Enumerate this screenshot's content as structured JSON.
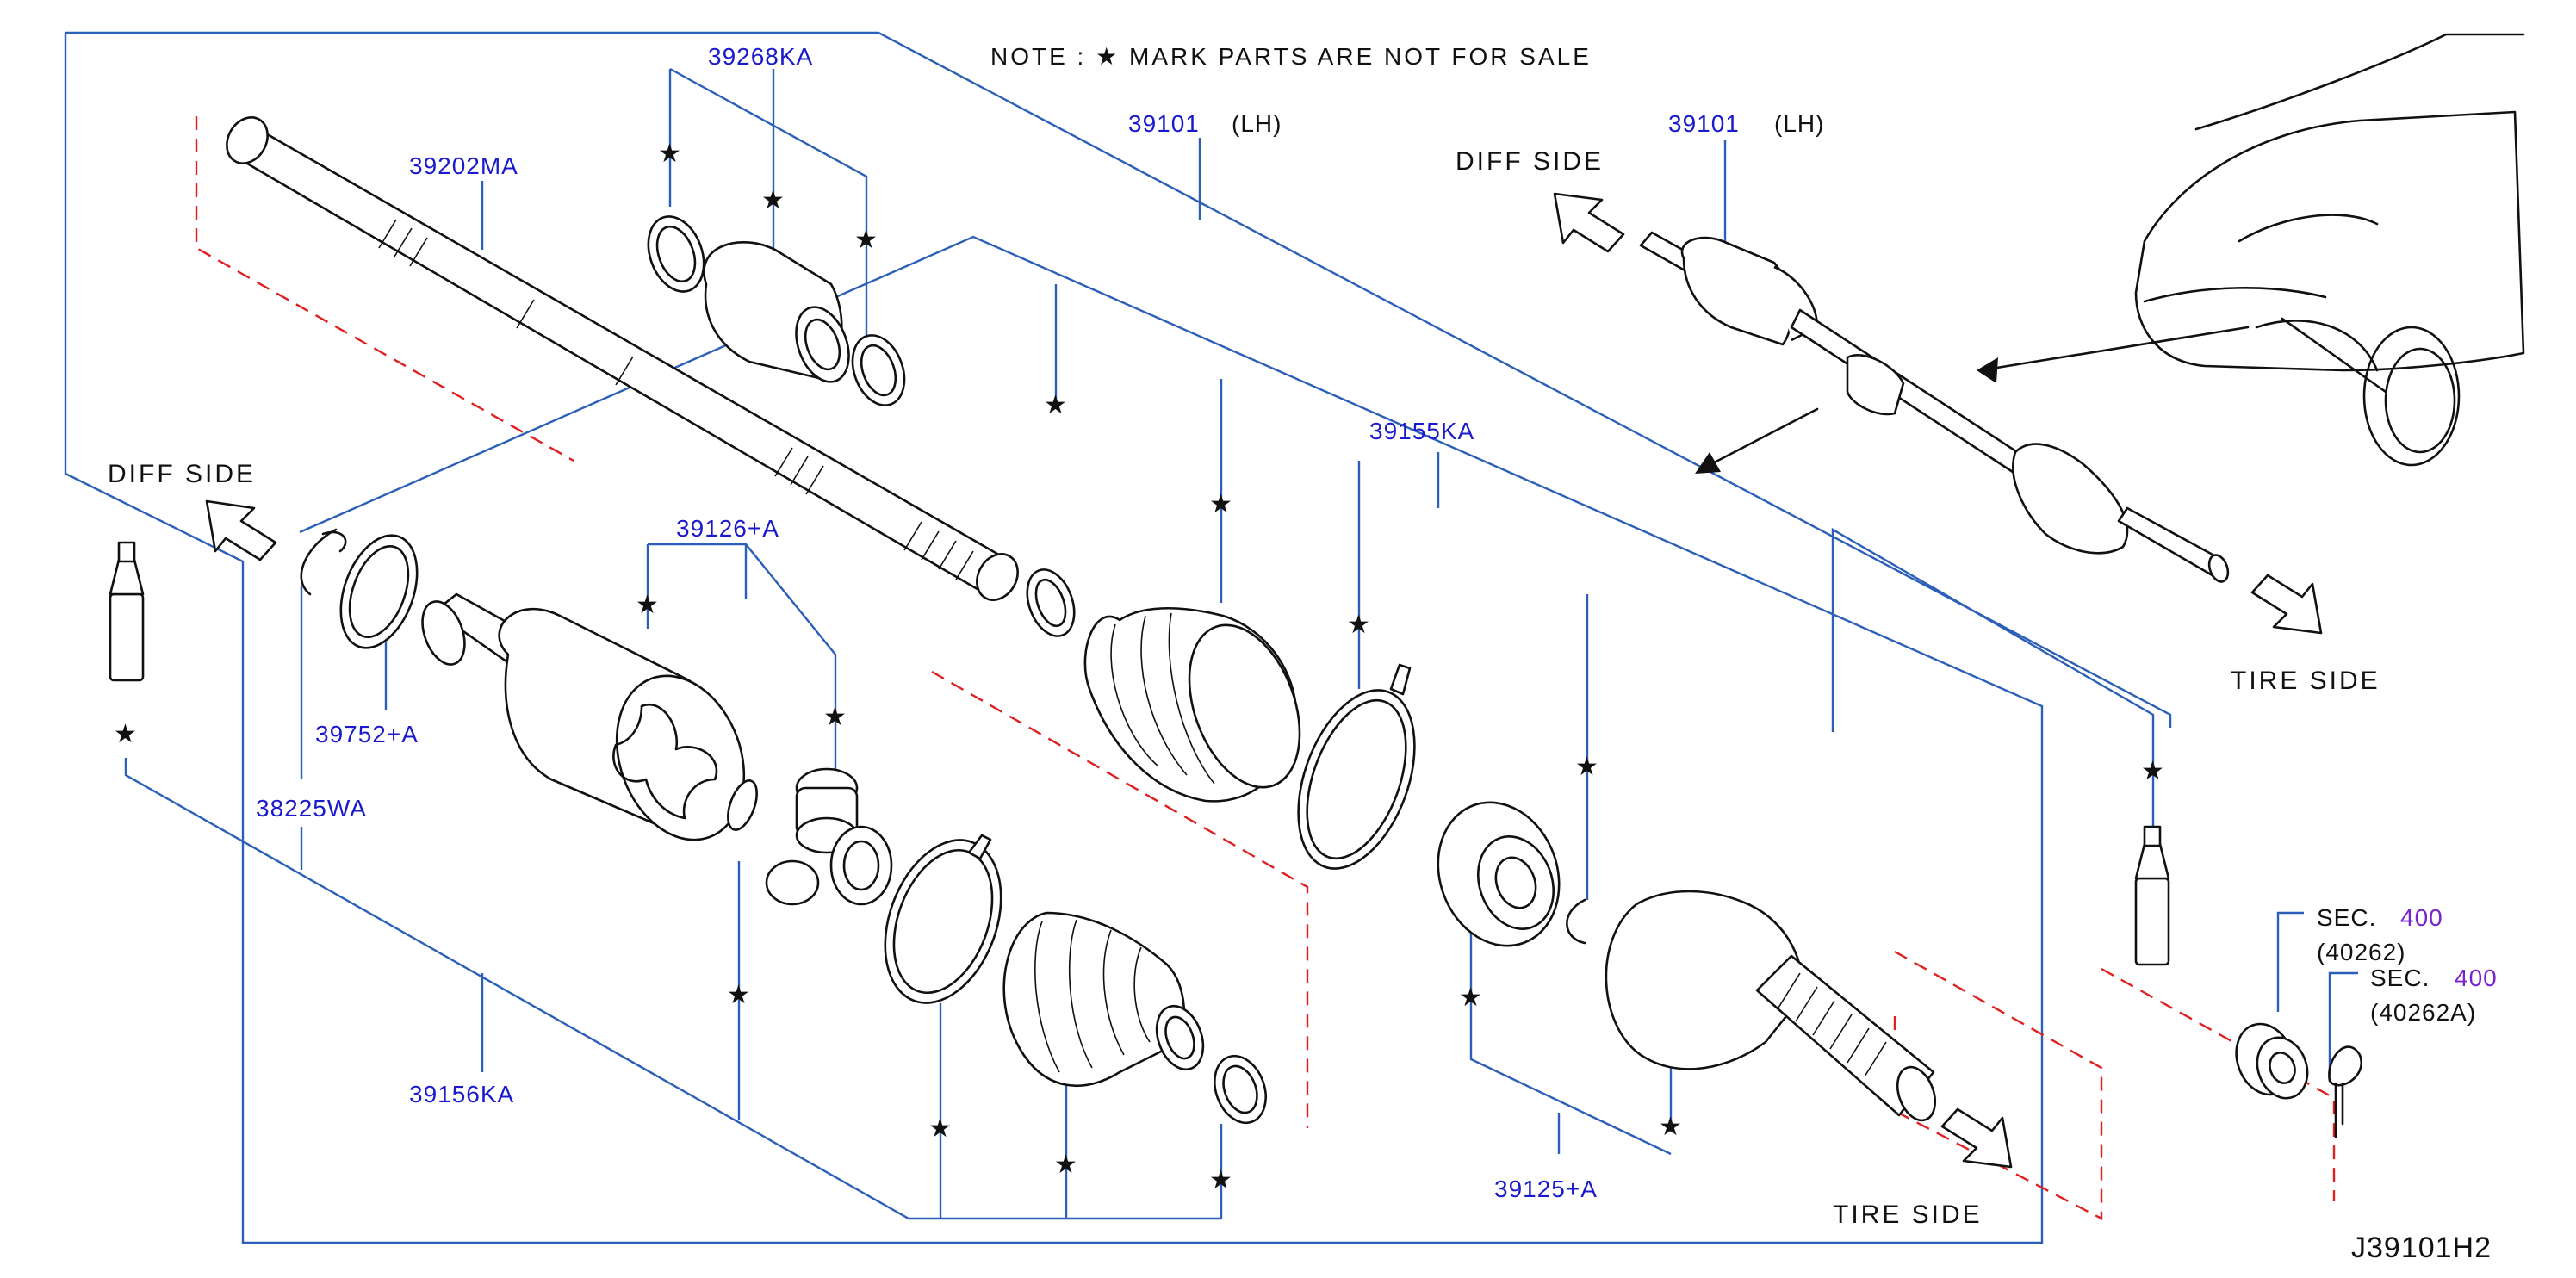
{
  "note": "NOTE : ★ MARK PARTS ARE NOT FOR SALE",
  "drawing_number": "J39101H2",
  "star_symbol": "★",
  "colors": {
    "part_number": "#1a1acc",
    "section_number": "#7a22cc",
    "leader_line": "#2b5fb8",
    "dashed_reference": "#e02020",
    "ink": "#111111"
  },
  "part_labels": {
    "p39268KA": "39268KA",
    "p39202MA": "39202MA",
    "p39101_center": "39101",
    "p39101_right": "39101",
    "lh_center": "(LH)",
    "lh_right": "(LH)",
    "p39155KA": "39155KA",
    "p39126A": "39126+A",
    "p39752A": "39752+A",
    "p38225WA": "38225WA",
    "p39156KA": "39156KA",
    "p39125A": "39125+A"
  },
  "side_labels": {
    "diff_side_left": "DIFF SIDE",
    "diff_side_right": "DIFF SIDE",
    "tire_side_bottom": "TIRE SIDE",
    "tire_side_right": "TIRE SIDE"
  },
  "sections": [
    {
      "prefix": "SEC.",
      "number": "400",
      "ref": "(40262)"
    },
    {
      "prefix": "SEC.",
      "number": "400",
      "ref": "(40262A)"
    }
  ],
  "icons": [
    "arrow-diff-side-icon",
    "arrow-tire-side-icon",
    "star-icon",
    "car-front-icon",
    "grease-tube-icon",
    "cotter-pin-icon",
    "hub-nut-icon"
  ]
}
